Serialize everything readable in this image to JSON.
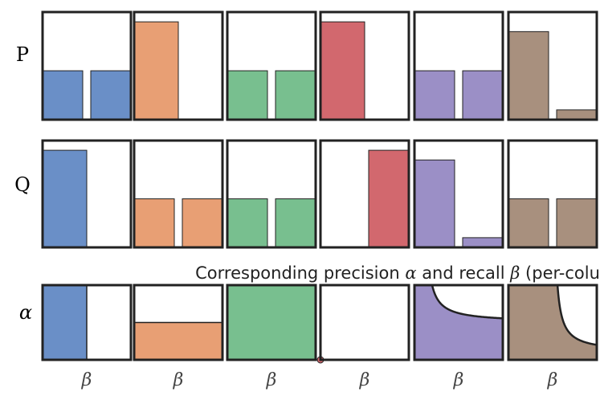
{
  "row_labels": [
    "P",
    "Q",
    "α"
  ],
  "column_xlabel": "β",
  "prd_title": {
    "prefix": "Corresponding precision ",
    "alpha": "α",
    "middle": " and recall ",
    "beta": "β",
    "suffix": " (per-column)"
  },
  "colors": [
    "#6a8fc7",
    "#e89f74",
    "#78bf8f",
    "#d2686e",
    "#9b8fc6",
    "#a8907e"
  ],
  "chart_data": [
    {
      "type": "bar",
      "description_role": "P distributions",
      "columns": [
        {
          "values": [
            0.5,
            0.5
          ]
        },
        {
          "values": [
            1.0
          ]
        },
        {
          "values": [
            0.5,
            0.5
          ]
        },
        {
          "values": [
            1.0
          ]
        },
        {
          "values": [
            0.5,
            0.5
          ]
        },
        {
          "values": [
            0.9,
            0.1
          ]
        }
      ],
      "ylim": [
        0,
        1.1
      ]
    },
    {
      "type": "bar",
      "description_role": "Q distributions",
      "columns": [
        {
          "values": [
            1.0
          ]
        },
        {
          "values": [
            0.5,
            0.5
          ]
        },
        {
          "values": [
            0.5,
            0.5
          ]
        },
        {
          "values": [
            0,
            1.0
          ]
        },
        {
          "values": [
            0.9,
            0.1
          ]
        },
        {
          "values": [
            0.5,
            0.5
          ]
        }
      ],
      "ylim": [
        0,
        1.1
      ]
    },
    {
      "type": "area",
      "description_role": "PRD curves (alpha vs beta)",
      "xlim": [
        0,
        1
      ],
      "ylim": [
        0,
        1
      ],
      "columns": [
        {
          "kind": "rect",
          "beta_max": 0.5,
          "alpha_max": 1.0
        },
        {
          "kind": "rect",
          "beta_max": 1.0,
          "alpha_max": 0.5
        },
        {
          "kind": "rect",
          "beta_max": 1.0,
          "alpha_max": 1.0
        },
        {
          "kind": "point",
          "beta": 0.0,
          "alpha": 0.0
        },
        {
          "kind": "curve",
          "mix": [
            0.9,
            0.1
          ],
          "ref": [
            0.5,
            0.5
          ]
        },
        {
          "kind": "curve",
          "mix": [
            0.5,
            0.5
          ],
          "ref": [
            0.9,
            0.1
          ]
        }
      ]
    }
  ]
}
